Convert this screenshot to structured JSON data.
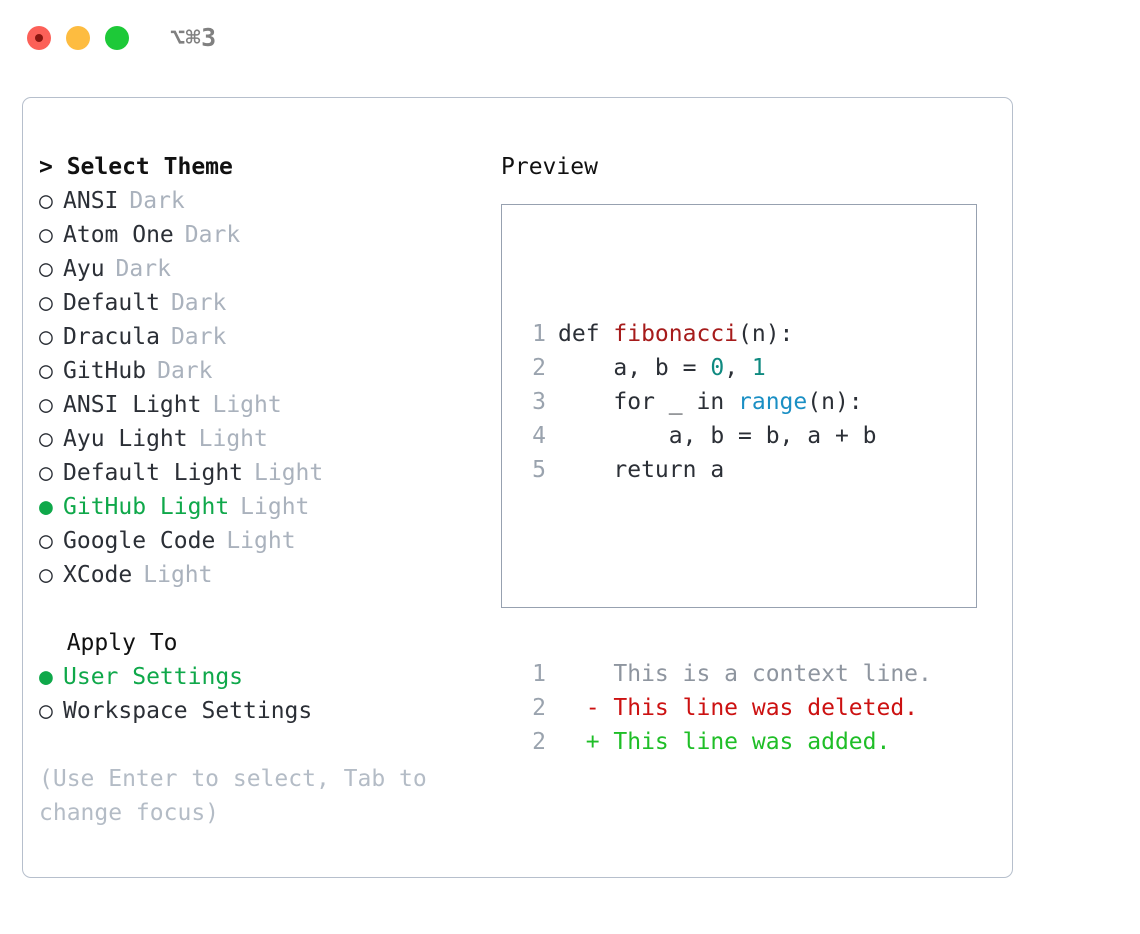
{
  "window": {
    "shortcut": "⌥⌘3",
    "traffic_lights": [
      "close-red",
      "minimize-yellow",
      "zoom-green"
    ],
    "accent_green": "#0fa84a",
    "panel_border": "#b6bfcc"
  },
  "theme_panel": {
    "header": "> Select Theme",
    "bullet_selected": "●",
    "bullet_unselected": "○",
    "items": [
      {
        "label": "ANSI",
        "tag": "Dark",
        "selected": false
      },
      {
        "label": "Atom One",
        "tag": "Dark",
        "selected": false
      },
      {
        "label": "Ayu",
        "tag": "Dark",
        "selected": false
      },
      {
        "label": "Default",
        "tag": "Dark",
        "selected": false
      },
      {
        "label": "Dracula",
        "tag": "Dark",
        "selected": false
      },
      {
        "label": "GitHub",
        "tag": "Dark",
        "selected": false
      },
      {
        "label": "ANSI Light",
        "tag": "Light",
        "selected": false
      },
      {
        "label": "Ayu Light",
        "tag": "Light",
        "selected": false
      },
      {
        "label": "Default Light",
        "tag": "Light",
        "selected": false
      },
      {
        "label": "GitHub Light",
        "tag": "Light",
        "selected": true
      },
      {
        "label": "Google Code",
        "tag": "Light",
        "selected": false
      },
      {
        "label": "XCode",
        "tag": "Light",
        "selected": false
      }
    ]
  },
  "apply_to": {
    "header": "  Apply To",
    "items": [
      {
        "label": "User Settings",
        "selected": true
      },
      {
        "label": "Workspace Settings",
        "selected": false
      }
    ]
  },
  "hint": "(Use Enter to select, Tab to change focus)",
  "preview": {
    "header": "Preview",
    "code_lines": [
      {
        "num": "1",
        "tokens": [
          {
            "text": "def ",
            "kind": "kw"
          },
          {
            "text": "fibonacci",
            "kind": "fn"
          },
          {
            "text": "(n):",
            "kind": "plain"
          }
        ]
      },
      {
        "num": "2",
        "tokens": [
          {
            "text": "    a, b = ",
            "kind": "plain"
          },
          {
            "text": "0",
            "kind": "num"
          },
          {
            "text": ", ",
            "kind": "plain"
          },
          {
            "text": "1",
            "kind": "num"
          }
        ]
      },
      {
        "num": "3",
        "tokens": [
          {
            "text": "    for _ in ",
            "kind": "kw"
          },
          {
            "text": "range",
            "kind": "call"
          },
          {
            "text": "(n):",
            "kind": "plain"
          }
        ]
      },
      {
        "num": "4",
        "tokens": [
          {
            "text": "        a, b = b, a + b",
            "kind": "plain"
          }
        ]
      },
      {
        "num": "5",
        "tokens": [
          {
            "text": "    return a",
            "kind": "kw"
          }
        ]
      }
    ],
    "diff_lines": [
      {
        "num": "1",
        "marker": " ",
        "text": "This is a context line.",
        "kind": "ctx"
      },
      {
        "num": "2",
        "marker": "-",
        "text": "This line was deleted.",
        "kind": "del"
      },
      {
        "num": "2",
        "marker": "+",
        "text": "This line was added.",
        "kind": "add"
      }
    ]
  }
}
